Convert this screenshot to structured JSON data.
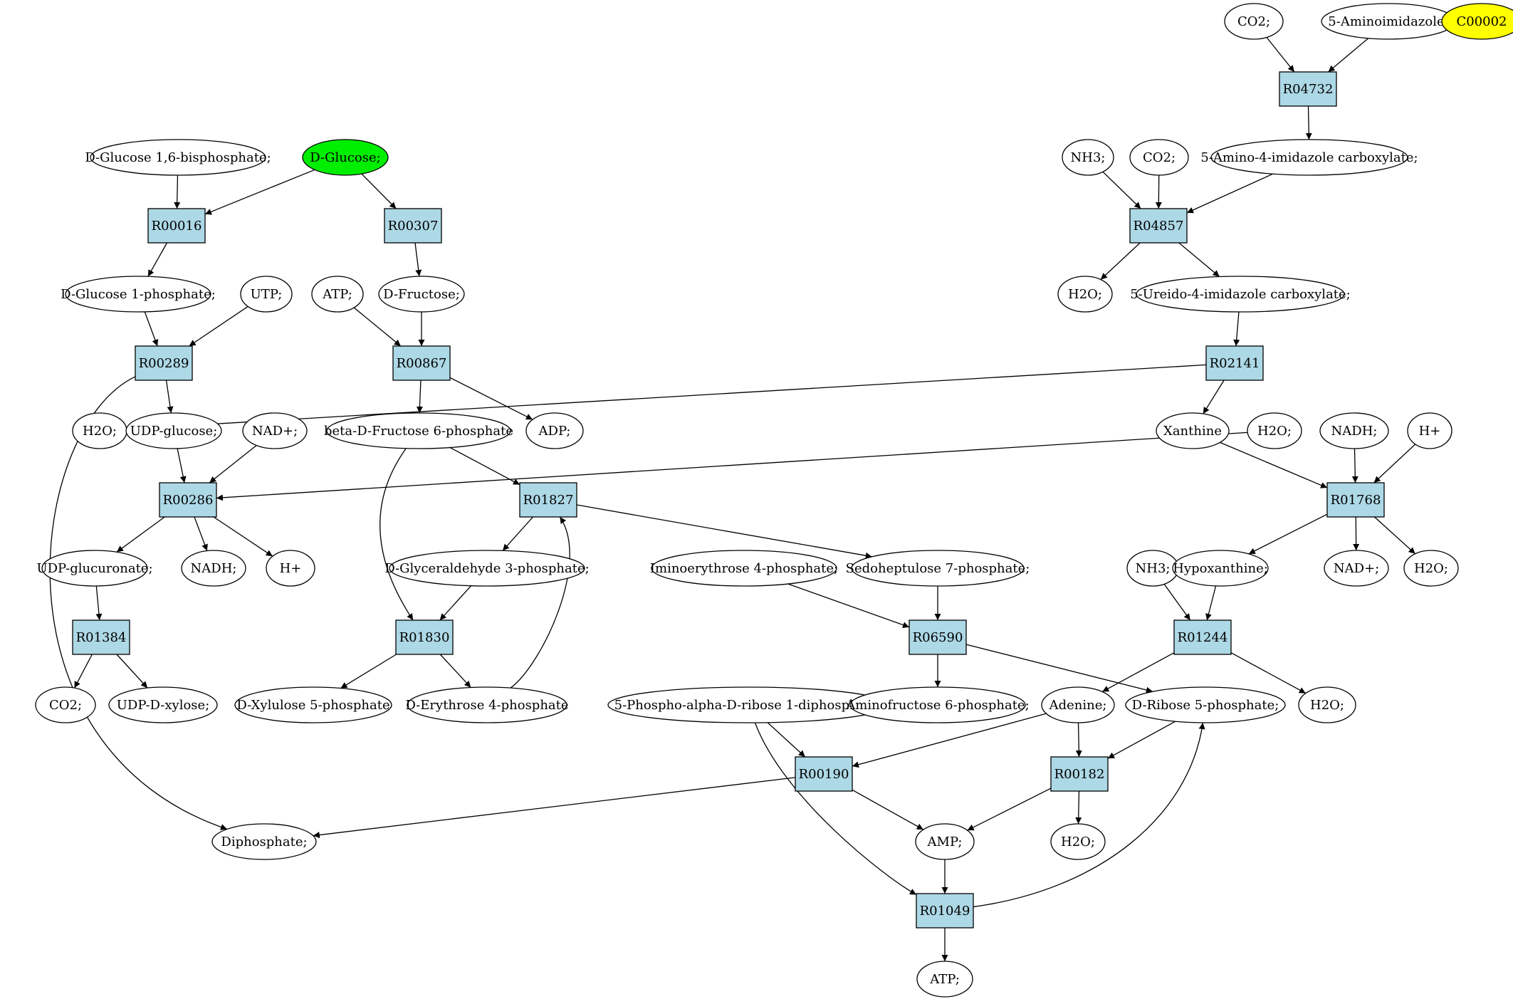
{
  "colors": {
    "reaction": "#add8e6",
    "highlight_green": "#00ee00",
    "highlight_yellow": "#ffff00",
    "compound": "#ffffff",
    "stroke": "#000000"
  },
  "compounds": {
    "co2_a": {
      "label": "CO2;"
    },
    "aminoimidazole": {
      "label": "5-Aminoimidazole;"
    },
    "c00002": {
      "label": "C00002",
      "fill": "yellow"
    },
    "glc16bp": {
      "label": "D-Glucose 1,6-bisphosphate;"
    },
    "glucose": {
      "label": "D-Glucose;",
      "fill": "green"
    },
    "nh3_a": {
      "label": "NH3;"
    },
    "co2_b": {
      "label": "CO2;"
    },
    "aica": {
      "label": "5-Amino-4-imidazole carboxylate;"
    },
    "glc1p": {
      "label": "D-Glucose 1-phosphate;"
    },
    "utp": {
      "label": "UTP;"
    },
    "atp_a": {
      "label": "ATP;"
    },
    "fructose": {
      "label": "D-Fructose;"
    },
    "h2o_a": {
      "label": "H2O;"
    },
    "ureido": {
      "label": "5-Ureido-4-imidazole carboxylate;"
    },
    "h2o_b": {
      "label": "H2O;"
    },
    "udpglc": {
      "label": "UDP-glucose;"
    },
    "nadp_a": {
      "label": "NAD+;"
    },
    "f6p": {
      "label": "beta-D-Fructose 6-phosphate"
    },
    "adp": {
      "label": "ADP;"
    },
    "xanthine": {
      "label": "Xanthine"
    },
    "h2o_c": {
      "label": "H2O;"
    },
    "nadh_a": {
      "label": "NADH;"
    },
    "hplus_a": {
      "label": "H+"
    },
    "udpglcur": {
      "label": "UDP-glucuronate;"
    },
    "nadh_b": {
      "label": "NADH;"
    },
    "hplus_b": {
      "label": "H+"
    },
    "g3p": {
      "label": "D-Glyceraldehyde 3-phosphate;"
    },
    "iminoe4p": {
      "label": "Iminoerythrose 4-phosphate;"
    },
    "s7p": {
      "label": "Sedoheptulose 7-phosphate;"
    },
    "nh3_b": {
      "label": "NH3;"
    },
    "hypox": {
      "label": "Hypoxanthine;"
    },
    "nadp_b": {
      "label": "NAD+;"
    },
    "h2o_d": {
      "label": "H2O;"
    },
    "co2_c": {
      "label": "CO2;"
    },
    "udpxyl": {
      "label": "UDP-D-xylose;"
    },
    "xu5p": {
      "label": "D-Xylulose 5-phosphate"
    },
    "e4p": {
      "label": "D-Erythrose 4-phosphate"
    },
    "prpp": {
      "label": "5-Phospho-alpha-D-ribose 1-diphosphate;"
    },
    "aminof6p": {
      "label": "Aminofructose 6-phosphate;"
    },
    "adenine": {
      "label": "Adenine;"
    },
    "r5p": {
      "label": "D-Ribose 5-phosphate;"
    },
    "h2o_e": {
      "label": "H2O;"
    },
    "diphosphate": {
      "label": "Diphosphate;"
    },
    "amp": {
      "label": "AMP;"
    },
    "h2o_f": {
      "label": "H2O;"
    },
    "atp_b": {
      "label": "ATP;"
    }
  },
  "reactions": {
    "R04732": {
      "label": "R04732"
    },
    "R00016": {
      "label": "R00016"
    },
    "R00307": {
      "label": "R00307"
    },
    "R04857": {
      "label": "R04857"
    },
    "R00289": {
      "label": "R00289"
    },
    "R00867": {
      "label": "R00867"
    },
    "R02141": {
      "label": "R02141"
    },
    "R00286": {
      "label": "R00286"
    },
    "R01827": {
      "label": "R01827"
    },
    "R01768": {
      "label": "R01768"
    },
    "R01384": {
      "label": "R01384"
    },
    "R01830": {
      "label": "R01830"
    },
    "R06590": {
      "label": "R06590"
    },
    "R01244": {
      "label": "R01244"
    },
    "R00190": {
      "label": "R00190"
    },
    "R00182": {
      "label": "R00182"
    },
    "R01049": {
      "label": "R01049"
    }
  },
  "edges": [
    {
      "from": "co2_a",
      "to": "R04732"
    },
    {
      "from": "aminoimidazole",
      "to": "R04732"
    },
    {
      "from": "R04732",
      "to": "aica"
    },
    {
      "from": "glc16bp",
      "to": "R00016"
    },
    {
      "from": "glucose",
      "to": "R00016"
    },
    {
      "from": "glucose",
      "to": "R00307"
    },
    {
      "from": "nh3_a",
      "to": "R04857"
    },
    {
      "from": "co2_b",
      "to": "R04857"
    },
    {
      "from": "aica",
      "to": "R04857"
    },
    {
      "from": "R00016",
      "to": "glc1p"
    },
    {
      "from": "R00307",
      "to": "fructose"
    },
    {
      "from": "R04857",
      "to": "h2o_a"
    },
    {
      "from": "R04857",
      "to": "ureido"
    },
    {
      "from": "glc1p",
      "to": "R00289"
    },
    {
      "from": "utp",
      "to": "R00289"
    },
    {
      "from": "atp_a",
      "to": "R00867"
    },
    {
      "from": "fructose",
      "to": "R00867"
    },
    {
      "from": "ureido",
      "to": "R02141"
    },
    {
      "from": "R00289",
      "to": "udpglc"
    },
    {
      "from": "R00289",
      "to": "diphosphate"
    },
    {
      "from": "R00867",
      "to": "f6p"
    },
    {
      "from": "R00867",
      "to": "adp"
    },
    {
      "from": "R02141",
      "to": "xanthine"
    },
    {
      "from": "R02141",
      "to": "h2o_b"
    },
    {
      "from": "h2o_c",
      "to": "R00286"
    },
    {
      "from": "udpglc",
      "to": "R00286"
    },
    {
      "from": "nadp_a",
      "to": "R00286"
    },
    {
      "from": "f6p",
      "to": "R01827"
    },
    {
      "from": "f6p",
      "to": "R01830"
    },
    {
      "from": "xanthine",
      "to": "R01768"
    },
    {
      "from": "nadh_a",
      "to": "R01768"
    },
    {
      "from": "hplus_a",
      "to": "R01768"
    },
    {
      "from": "R00286",
      "to": "udpglcur"
    },
    {
      "from": "R00286",
      "to": "nadh_b"
    },
    {
      "from": "R00286",
      "to": "hplus_b"
    },
    {
      "from": "R01827",
      "to": "g3p"
    },
    {
      "from": "R01827",
      "to": "s7p"
    },
    {
      "from": "R01768",
      "to": "hypox"
    },
    {
      "from": "R01768",
      "to": "nadp_b"
    },
    {
      "from": "R01768",
      "to": "h2o_d"
    },
    {
      "from": "udpglcur",
      "to": "R01384"
    },
    {
      "from": "g3p",
      "to": "R01830"
    },
    {
      "from": "iminoe4p",
      "to": "R06590"
    },
    {
      "from": "s7p",
      "to": "R06590"
    },
    {
      "from": "nh3_b",
      "to": "R01244"
    },
    {
      "from": "hypox",
      "to": "R01244"
    },
    {
      "from": "R01384",
      "to": "co2_c"
    },
    {
      "from": "R01384",
      "to": "udpxyl"
    },
    {
      "from": "R01830",
      "to": "xu5p"
    },
    {
      "from": "R01830",
      "to": "e4p"
    },
    {
      "from": "e4p",
      "to": "R01827"
    },
    {
      "from": "R06590",
      "to": "aminof6p"
    },
    {
      "from": "R06590",
      "to": "r5p"
    },
    {
      "from": "R01244",
      "to": "adenine"
    },
    {
      "from": "R01244",
      "to": "h2o_e"
    },
    {
      "from": "prpp",
      "to": "R00190"
    },
    {
      "from": "prpp",
      "to": "R01049"
    },
    {
      "from": "adenine",
      "to": "R00190"
    },
    {
      "from": "adenine",
      "to": "R00182"
    },
    {
      "from": "r5p",
      "to": "R00182"
    },
    {
      "from": "R00190",
      "to": "diphosphate"
    },
    {
      "from": "R00190",
      "to": "amp"
    },
    {
      "from": "R00182",
      "to": "amp"
    },
    {
      "from": "R00182",
      "to": "h2o_f"
    },
    {
      "from": "amp",
      "to": "R01049"
    },
    {
      "from": "R01049",
      "to": "atp_b"
    },
    {
      "from": "R01049",
      "to": "r5p"
    }
  ]
}
